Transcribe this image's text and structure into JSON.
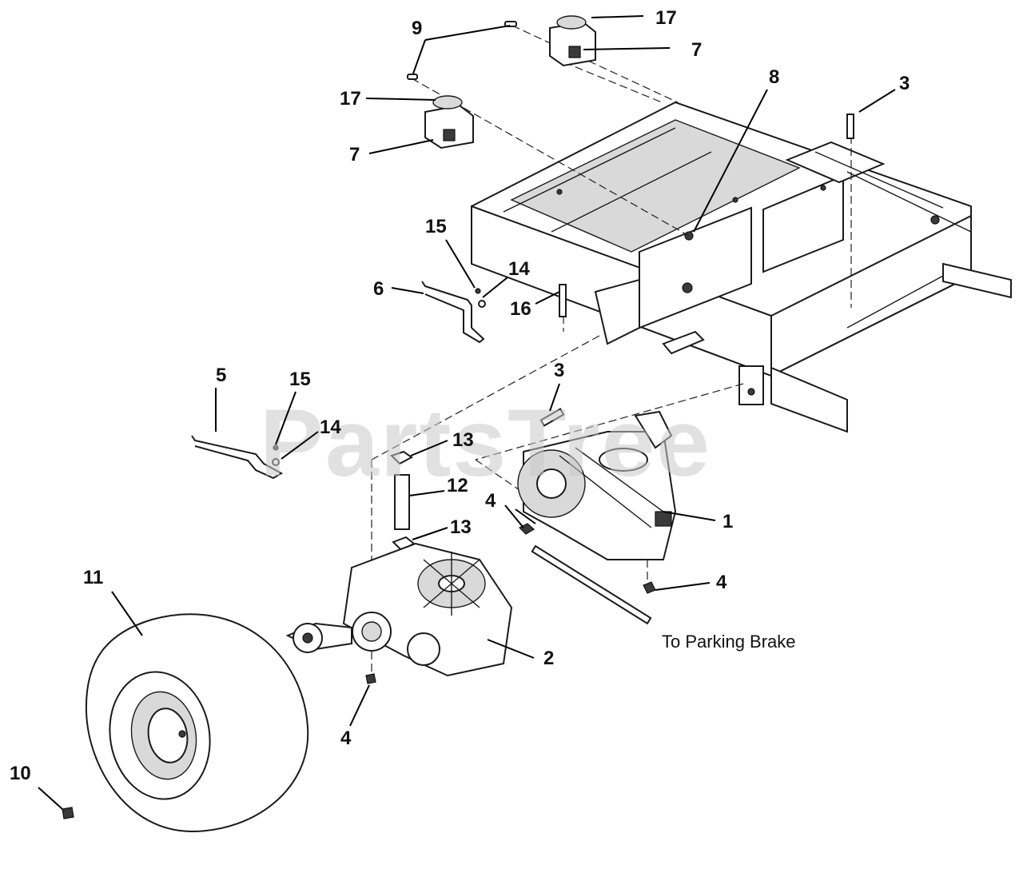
{
  "diagram": {
    "watermark": "PartsTree",
    "note": "To Parking Brake",
    "callouts": {
      "c1": "1",
      "c2": "2",
      "c3a": "3",
      "c3b": "3",
      "c4a": "4",
      "c4b": "4",
      "c4c": "4",
      "c5": "5",
      "c6": "6",
      "c7a": "7",
      "c7b": "7",
      "c8": "8",
      "c9": "9",
      "c10": "10",
      "c11": "11",
      "c12": "12",
      "c13a": "13",
      "c13b": "13",
      "c14a": "14",
      "c14b": "14",
      "c15a": "15",
      "c15b": "15",
      "c16": "16",
      "c17a": "17",
      "c17b": "17"
    }
  }
}
